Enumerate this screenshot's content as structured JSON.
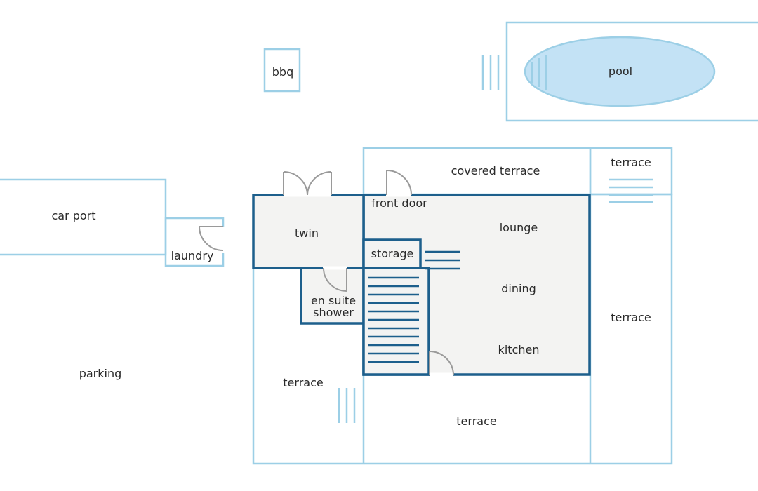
{
  "labels": {
    "bbq": "bbq",
    "pool": "pool",
    "covered_terrace": "covered terrace",
    "terrace_top_right": "terrace",
    "car_port": "car port",
    "front_door": "front door",
    "twin": "twin",
    "lounge": "lounge",
    "laundry": "laundry",
    "storage": "storage",
    "dining": "dining",
    "en_suite_line1": "en suite",
    "en_suite_line2": "shower",
    "terrace_right": "terrace",
    "kitchen": "kitchen",
    "parking": "parking",
    "terrace_left": "terrace",
    "terrace_bottom": "terrace"
  },
  "colors": {
    "outline": "#9ccfe6",
    "wall": "#1d5f8c",
    "interior_fill": "#f3f3f2",
    "pool_fill": "#c3e2f5",
    "door": "#9a9a9a"
  }
}
